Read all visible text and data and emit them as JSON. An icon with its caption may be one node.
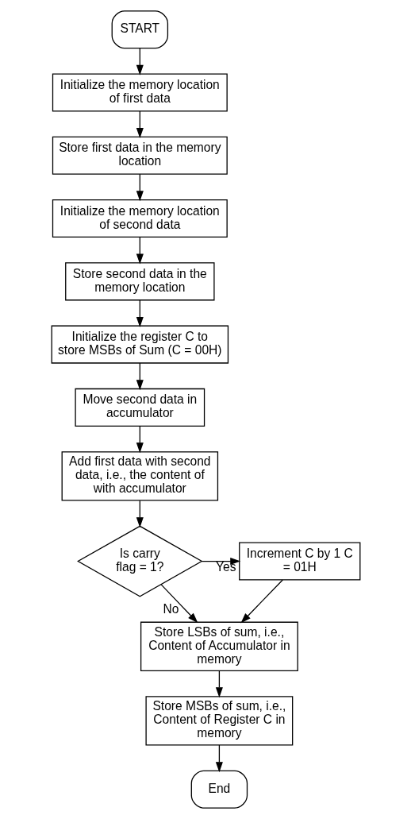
{
  "diagram": {
    "nodes": [
      {
        "text": [
          "START"
        ]
      },
      {
        "text": [
          "Initialize the memory location of first data"
        ]
      },
      {
        "text": [
          "Store first data in the memory location"
        ]
      },
      {
        "text": [
          "Initialize the memory location of second data"
        ]
      },
      {
        "text": [
          "Store second data in the memory location"
        ]
      },
      {
        "text": [
          "Initialize the register C to store MSBs of Sum (C = 00H)"
        ]
      },
      {
        "text": [
          "Move second data in accumulator"
        ]
      },
      {
        "text": [
          "Add first data with second data, i.e., the content of with accumulator"
        ]
      },
      {
        "text": [
          "Is carry flag = 1?"
        ]
      },
      {
        "text": [
          "Increment C by 1 C = 01H"
        ]
      },
      {
        "text": [
          "Store LSBs of sum, i.e., Content of Accumulator in memory"
        ]
      },
      {
        "text": [
          "Store MSBs of sum, i.e., Content of Register C in memory"
        ]
      },
      {
        "text": [
          "End"
        ]
      }
    ],
    "edges": [
      {
        "from": 0,
        "to": 1,
        "arrow": "to"
      },
      {
        "from": 1,
        "to": 2,
        "arrow": "to"
      },
      {
        "from": 2,
        "to": 3,
        "arrow": "to"
      },
      {
        "from": 3,
        "to": 4,
        "arrow": "to"
      },
      {
        "from": 4,
        "to": 5,
        "arrow": "to"
      },
      {
        "from": 5,
        "to": 6,
        "arrow": "to"
      },
      {
        "from": 6,
        "to": 7,
        "arrow": "to"
      },
      {
        "from": 7,
        "to": 8,
        "arrow": "to"
      },
      {
        "from": 8,
        "to": 9,
        "label": "Yes",
        "arrow": "to"
      },
      {
        "from": 8,
        "to": 10,
        "label": "No",
        "arrow": "to"
      },
      {
        "from": 9,
        "to": 10,
        "arrow": "to"
      },
      {
        "from": 10,
        "to": 11,
        "arrow": "to"
      },
      {
        "from": 11,
        "to": 12,
        "arrow": "to"
      }
    ]
  }
}
